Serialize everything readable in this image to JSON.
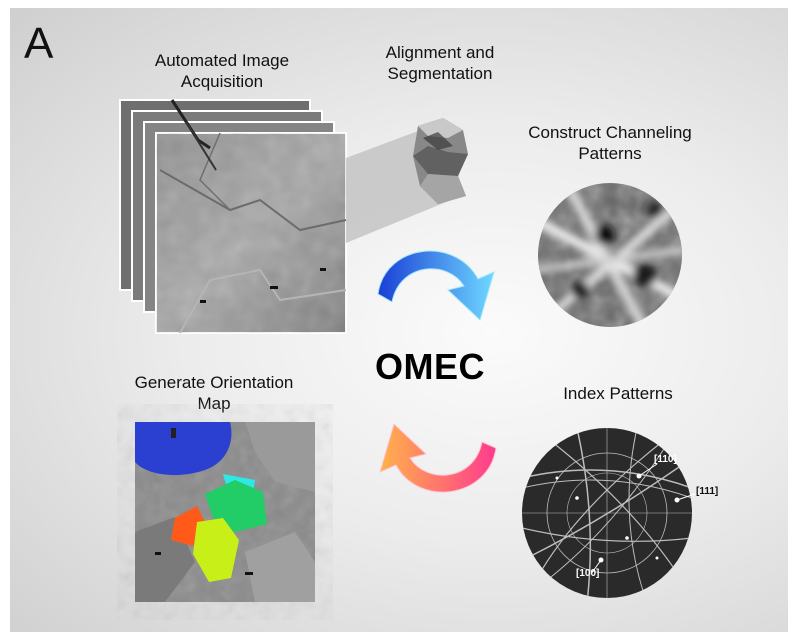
{
  "panel_letter": "A",
  "center_label": "OMEC",
  "steps": {
    "acquisition": "Automated Image\nAcquisition",
    "alignment": "Alignment and\nSegmentation",
    "channeling": "Construct Channeling\nPatterns",
    "orientation": "Generate Orientation\nMap",
    "index": "Index Patterns"
  },
  "miller_indices": {
    "a": "[110]",
    "b": "[111]",
    "c": "[100]"
  },
  "colors": {
    "arrow_blue_start": "#1a3fd6",
    "arrow_blue_end": "#6fd8ff",
    "arrow_pink_start": "#ff3b8e",
    "arrow_pink_end": "#ffb24a",
    "grain_blue": "#2b3fd0",
    "grain_cyan": "#2ee8e8",
    "grain_green": "#22cc66",
    "grain_orange": "#ff5a1a",
    "grain_yellow": "#c8f018"
  }
}
